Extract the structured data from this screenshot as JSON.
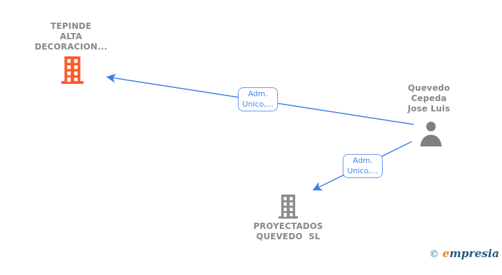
{
  "diagram": {
    "nodes": {
      "tepinde": {
        "label_lines": [
          "TEPINDE",
          "ALTA",
          "DECORACION..."
        ],
        "icon": "building-icon",
        "icon_color": "#f85c2b"
      },
      "quevedo_person": {
        "label_lines": [
          "Quevedo",
          "Cepeda",
          "Jose Luis"
        ],
        "icon": "person-icon",
        "icon_color": "#7f7f7f"
      },
      "proyectados": {
        "label_lines": [
          "PROYECTADOS",
          "QUEVEDO  SL"
        ],
        "icon": "building-icon",
        "icon_color": "#8c8c8c"
      }
    },
    "edges": [
      {
        "from": "Quevedo Cepeda Jose Luis",
        "to": "TEPINDE ALTA DECORACION...",
        "label_lines": [
          "Adm.",
          "Unico,..."
        ]
      },
      {
        "from": "Quevedo Cepeda Jose Luis",
        "to": "PROYECTADOS QUEVEDO SL",
        "label_lines": [
          "Adm.",
          "Unico,..."
        ]
      }
    ],
    "colors": {
      "edge_blue": "#3d7ee6",
      "label_blue": "#4285f4",
      "company_orange": "#f85c2b",
      "icon_gray": "#7f7f7f",
      "text_gray": "#878787"
    }
  },
  "watermark": {
    "copyright_symbol": "©",
    "brand_initial": "e",
    "brand_rest": "mpresia"
  }
}
